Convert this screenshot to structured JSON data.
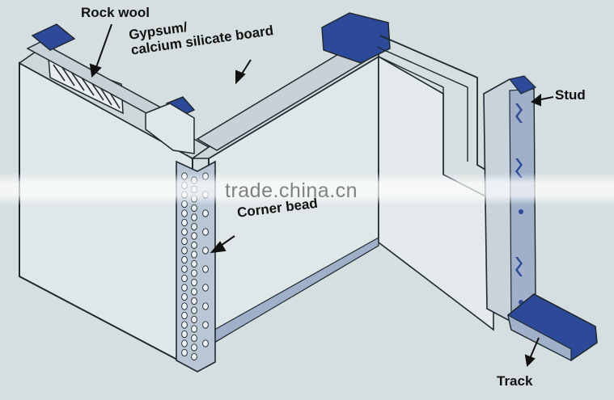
{
  "labels": {
    "rock_wool": "Rock wool",
    "gypsum_line1": "Gypsum/",
    "gypsum_line2": "calcium silicate board",
    "corner_bead": "Corner bead",
    "stud": "Stud",
    "track": "Track"
  },
  "watermark": "trade.china.cn",
  "colors": {
    "background": "#d6dfe0",
    "board": "#dfe7e8",
    "board_edge": "#c3ced0",
    "steel_blue": "#2d4a9a",
    "steel_light": "#9fb0c8",
    "outline": "#1f2a30"
  }
}
